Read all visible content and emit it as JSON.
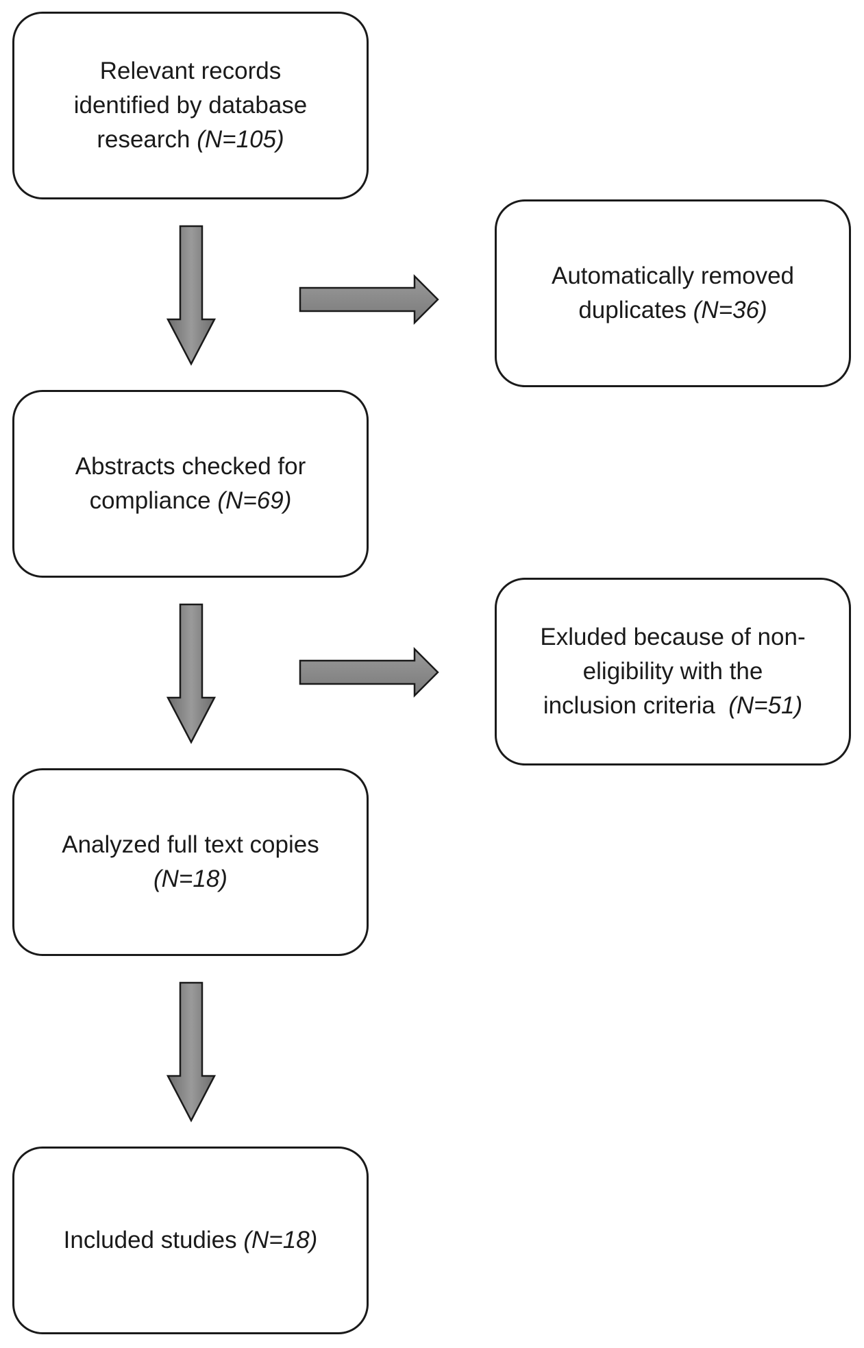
{
  "flowchart": {
    "boxes": {
      "records_identified": {
        "lines": [
          "Relevant records",
          "identified by database",
          "research"
        ],
        "count": "(N=105)"
      },
      "duplicates_removed": {
        "lines": [
          "Automatically removed",
          "duplicates"
        ],
        "count": "(N=36)"
      },
      "abstracts_checked": {
        "lines": [
          "Abstracts checked for",
          "compliance"
        ],
        "count": "(N=69)"
      },
      "excluded": {
        "lines": [
          "Exluded because of non-",
          "eligibility with the",
          "inclusion criteria "
        ],
        "count": "(N=51)"
      },
      "full_text": {
        "lines": [
          "Analyzed full text copies"
        ],
        "count": "(N=18)"
      },
      "included": {
        "lines": [
          "Included studies"
        ],
        "count": "(N=18)"
      }
    },
    "arrow_color": "#8c8c8c"
  }
}
